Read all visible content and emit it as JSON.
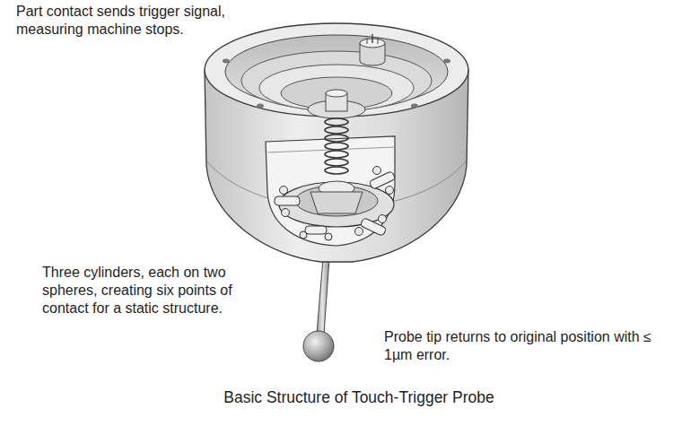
{
  "diagram": {
    "caption": "Basic Structure of Touch-Trigger Probe",
    "labels": [
      "Part contact sends trigger signal, measuring machine stops.",
      "Three cylinders, each on two spheres, creating six points of contact for a static structure.",
      "Probe tip returns to original position with ≤ 1µm error."
    ]
  }
}
